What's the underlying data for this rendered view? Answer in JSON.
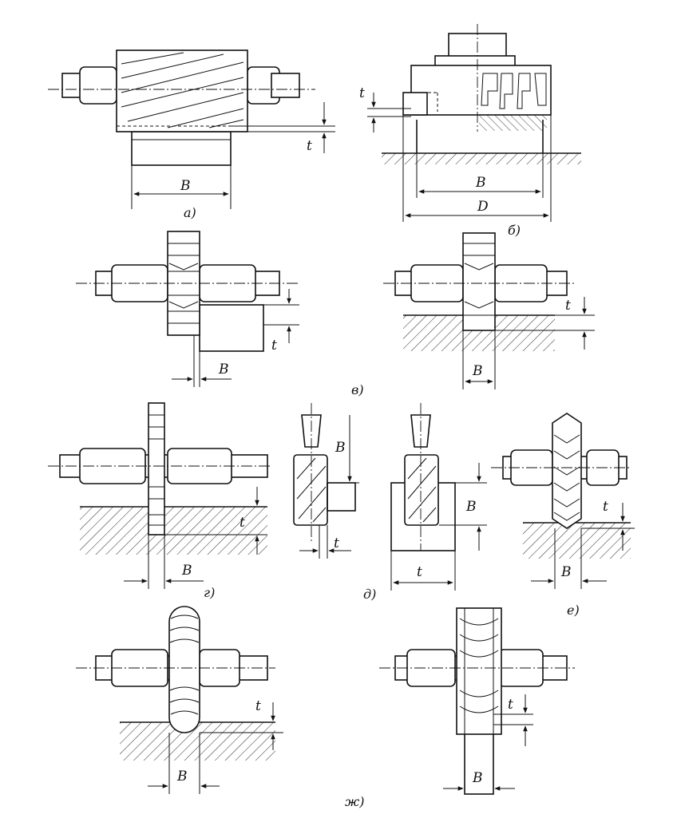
{
  "figures": [
    {
      "id": "a",
      "caption": "а)",
      "labels": {
        "width": "B",
        "depth": "t"
      }
    },
    {
      "id": "b",
      "caption": "б)",
      "labels": {
        "width": "B",
        "diameter": "D",
        "depth": "t"
      }
    },
    {
      "id": "v",
      "caption": "в)",
      "labels": {
        "width_left": "B",
        "depth_left": "t",
        "width_right": "B",
        "depth_right": "t"
      }
    },
    {
      "id": "g",
      "caption": "г)",
      "labels": {
        "width": "B",
        "depth": "t"
      }
    },
    {
      "id": "d",
      "caption": "д)",
      "labels": {
        "width_left": "B",
        "depth_left": "t",
        "width_right": "B",
        "depth_right": "t"
      }
    },
    {
      "id": "e",
      "caption": "е)",
      "labels": {
        "width": "B",
        "depth": "t"
      }
    },
    {
      "id": "zh",
      "caption": "ж)",
      "labels": {
        "width_left": "B",
        "depth_left": "t",
        "width_right": "B",
        "depth_right": "t"
      }
    }
  ]
}
